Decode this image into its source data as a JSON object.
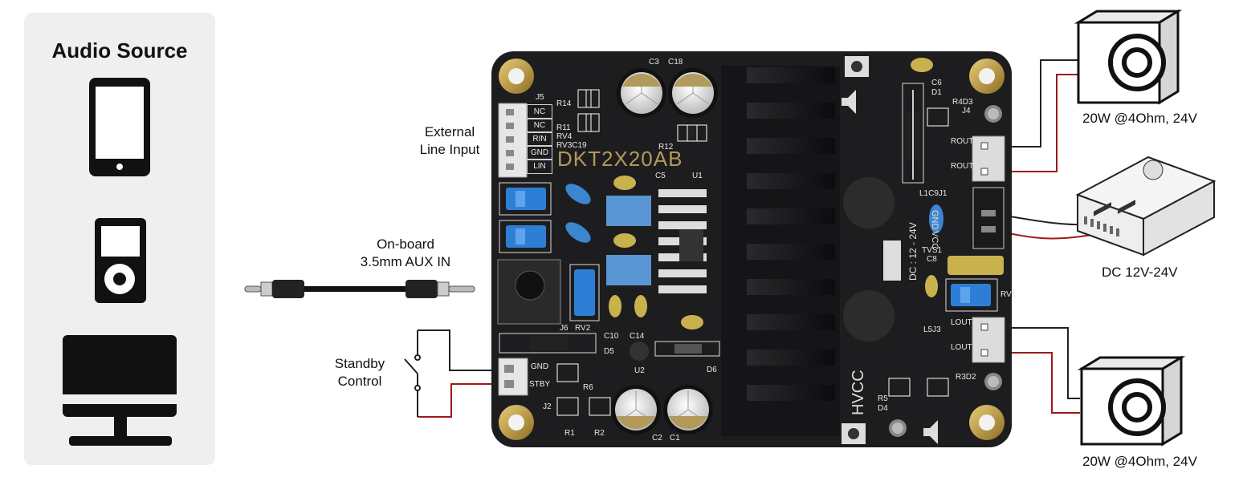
{
  "audio_source": {
    "title": "Audio Source",
    "devices": [
      {
        "icon": "phone-icon"
      },
      {
        "icon": "music-player-icon"
      },
      {
        "icon": "monitor-icon"
      }
    ]
  },
  "labels": {
    "external_line_input": [
      "External",
      "Line Input"
    ],
    "aux_in": [
      "On-board",
      "3.5mm AUX IN"
    ],
    "standby_control": [
      "Standby",
      "Control"
    ],
    "speaker_top": "20W @4Ohm, 24V",
    "speaker_bottom": "20W @4Ohm, 24V",
    "power_supply": "DC 12V-24V"
  },
  "board": {
    "name": "DKT2X20AB",
    "j5_pins": [
      "NC",
      "NC",
      "RIN",
      "GND",
      "LIN"
    ],
    "j2_pins": [
      "GND",
      "STBY"
    ],
    "power_pins": [
      "GND",
      "VCC"
    ],
    "dc_range": "DC : 12 - 24V",
    "hvcc": "HVCC",
    "rout_minus": "ROUT",
    "rout_plus": "ROUT",
    "lout_minus": "LOUT",
    "lout_plus": "LOUT",
    "silk": {
      "c3": "C3",
      "c18": "C18",
      "r14": "R14",
      "j5": "J5",
      "r11": "R11",
      "rv4": "RV4",
      "rv3c19": "RV3C19",
      "r12": "R12",
      "c5": "C5",
      "u1": "U1",
      "c6": "C6",
      "d1": "D1",
      "r4d3": "R4D3",
      "j4": "J4",
      "l1c9j1": "L1C9J1",
      "tvs1": "TVS1",
      "c8": "C8",
      "rv1": "RV1",
      "l5j3": "L5J3",
      "r3d2": "R3D2",
      "r5": "R5",
      "d4": "D4",
      "c10": "C10",
      "c14": "C14",
      "j6": "J6",
      "rv2": "RV2",
      "d5": "D5",
      "u2": "U2",
      "d6": "D6",
      "r6": "R6",
      "j2": "J2",
      "r1": "R1",
      "r2": "R2",
      "c2": "C2",
      "c1": "C1"
    }
  },
  "colors": {
    "pcb": "#1d1d1f",
    "heatsink": "#151517",
    "gold": "#c9a64a",
    "blue_pot": "#2d7fd6",
    "wire_black": "#222222",
    "wire_red": "#a01818",
    "panel": "#efefef"
  }
}
